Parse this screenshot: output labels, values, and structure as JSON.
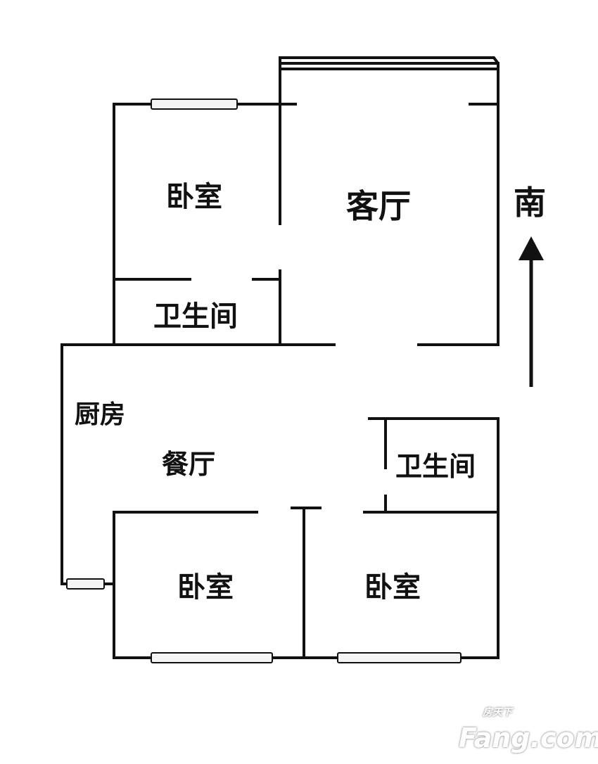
{
  "rooms": {
    "bedroom_top": "卧室",
    "living_room": "客厅",
    "bathroom_top": "卫生间",
    "kitchen": "厨房",
    "dining_room": "餐厅",
    "bathroom_right": "卫生间",
    "bedroom_bottom_left": "卧室",
    "bedroom_bottom_right": "卧室"
  },
  "compass": {
    "label": "南"
  },
  "watermark": {
    "cn": "房天下",
    "en": "Fang.com"
  }
}
